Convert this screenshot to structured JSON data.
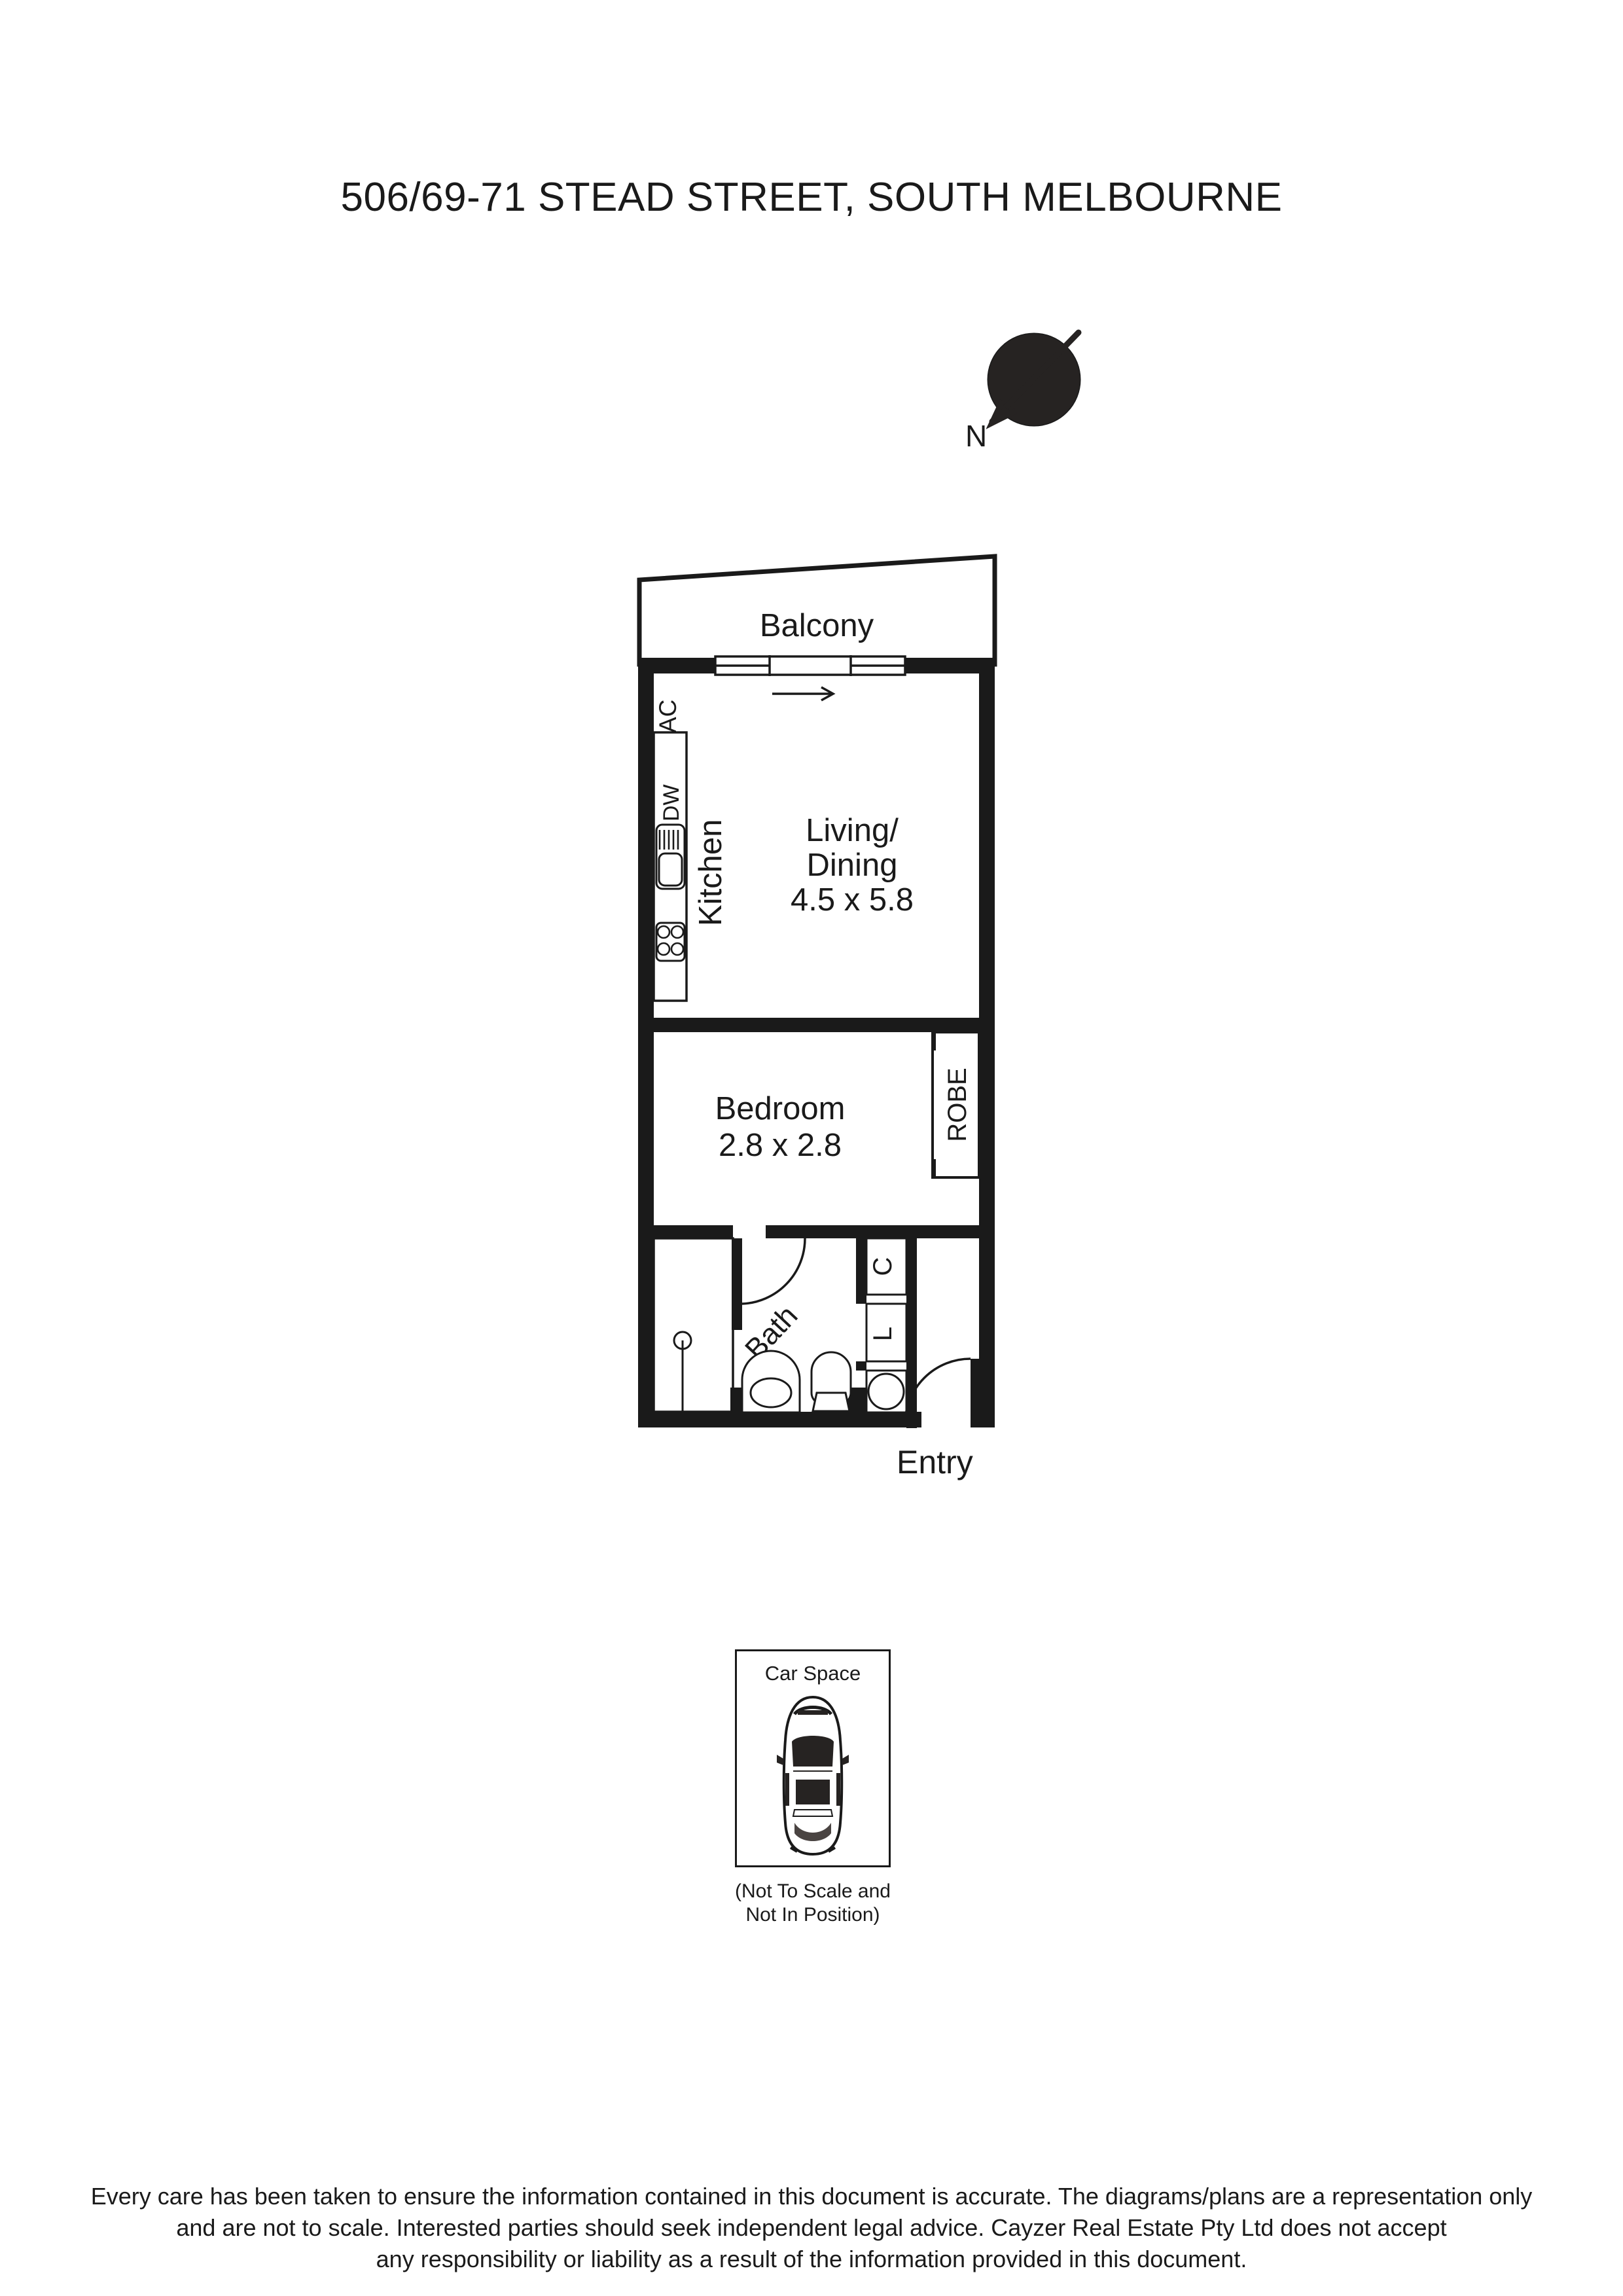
{
  "title": "506/69-71 STEAD STREET, SOUTH MELBOURNE",
  "compass": {
    "label": "N",
    "icon": "north-arrow-icon"
  },
  "plan": {
    "rooms": [
      {
        "id": "balcony",
        "label": "Balcony",
        "dimensions": ""
      },
      {
        "id": "living",
        "label": "Living/\nDining",
        "name_line1": "Living/",
        "name_line2": "Dining",
        "dimensions": "4.5 x 5.8"
      },
      {
        "id": "kitchen",
        "label": "Kitchen",
        "dimensions": ""
      },
      {
        "id": "bedroom",
        "label": "Bedroom",
        "dimensions": "2.8 x 2.8"
      },
      {
        "id": "bath",
        "label": "Bath",
        "dimensions": ""
      }
    ],
    "labels": {
      "balcony": "Balcony",
      "ac": "AC",
      "dw": "DW",
      "kitchen": "Kitchen",
      "living_line1": "Living/",
      "living_line2": "Dining",
      "living_dims": "4.5 x 5.8",
      "bedroom": "Bedroom",
      "bedroom_dims": "2.8 x 2.8",
      "robe": "ROBE",
      "bath": "Bath",
      "cupboard": "C",
      "laundry": "L",
      "entry": "Entry"
    },
    "fixtures": [
      "sliding-door-icon",
      "dishwasher-icon",
      "sink-icon",
      "cooktop-icon",
      "shower-icon",
      "basin-icon",
      "toilet-icon",
      "washer-icon",
      "entry-door-icon",
      "bath-door-icon"
    ],
    "colors": {
      "wall": "#1a1a1a",
      "fixture_line": "#1a1a1a",
      "background": "#ffffff"
    }
  },
  "car_space": {
    "title": "Car Space",
    "icon": "car-icon",
    "note_line1": "(Not To Scale and",
    "note_line2": "Not In Position)"
  },
  "disclaimer": {
    "line1": "Every care has been taken to ensure the information contained in this document is accurate. The diagrams/plans are a representation only",
    "line2": "and are not to scale. Interested parties should seek independent legal advice. Cayzer Real Estate Pty Ltd does not accept",
    "line3": "any responsibility or liability as a result of the information provided in this document."
  }
}
